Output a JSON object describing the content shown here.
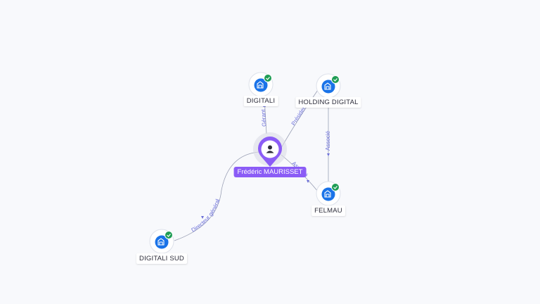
{
  "colors": {
    "company_icon": "#1a73e8",
    "badge": "#1f9d55",
    "person": "#8b5cf6",
    "edge": "#9aa0b5",
    "edge_label": "#6b6fd8"
  },
  "person": {
    "name": "Frédéric MAURISSET",
    "icon": "person-icon"
  },
  "companies": {
    "digitali": {
      "name": "DIGITALI",
      "icon": "company-icon",
      "verified": true
    },
    "holding": {
      "name": "HOLDING DIGITAL",
      "icon": "company-icon",
      "verified": true
    },
    "felmau": {
      "name": "FELMAU",
      "icon": "company-icon",
      "verified": true
    },
    "digitali_sud": {
      "name": "DIGITALI SUD",
      "icon": "company-icon",
      "verified": true
    }
  },
  "edges": {
    "gerant": "Gérant",
    "president": "Président",
    "associe_person": "Associé",
    "associe_holding": "Associé",
    "directeur": "Directeur général"
  }
}
